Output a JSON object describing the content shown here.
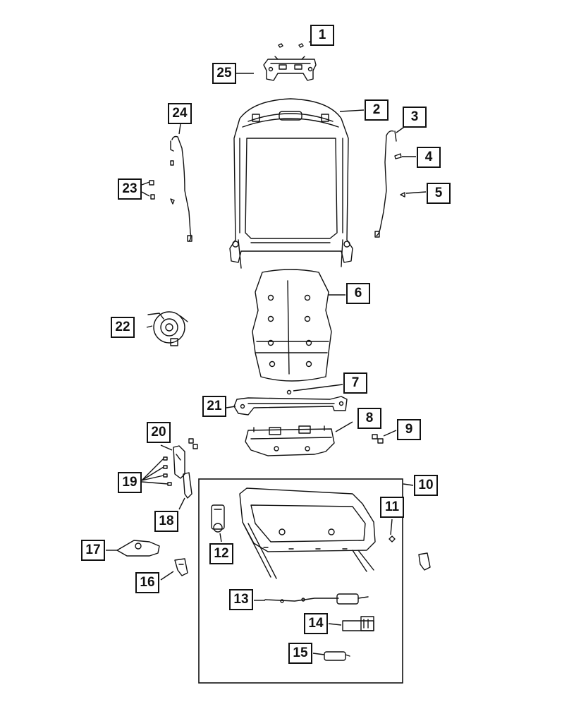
{
  "diagram": {
    "callouts": [
      {
        "id": "c1",
        "label": "1"
      },
      {
        "id": "c2",
        "label": "2"
      },
      {
        "id": "c3",
        "label": "3"
      },
      {
        "id": "c4",
        "label": "4"
      },
      {
        "id": "c5",
        "label": "5"
      },
      {
        "id": "c6",
        "label": "6"
      },
      {
        "id": "c7",
        "label": "7"
      },
      {
        "id": "c8",
        "label": "8"
      },
      {
        "id": "c9",
        "label": "9"
      },
      {
        "id": "c10",
        "label": "10"
      },
      {
        "id": "c11",
        "label": "11"
      },
      {
        "id": "c12",
        "label": "12"
      },
      {
        "id": "c13",
        "label": "13"
      },
      {
        "id": "c14",
        "label": "14"
      },
      {
        "id": "c15",
        "label": "15"
      },
      {
        "id": "c16",
        "label": "16"
      },
      {
        "id": "c17",
        "label": "17"
      },
      {
        "id": "c18",
        "label": "18"
      },
      {
        "id": "c19",
        "label": "19"
      },
      {
        "id": "c20",
        "label": "20"
      },
      {
        "id": "c21",
        "label": "21"
      },
      {
        "id": "c22",
        "label": "22"
      },
      {
        "id": "c23",
        "label": "23"
      },
      {
        "id": "c24",
        "label": "24"
      },
      {
        "id": "c25",
        "label": "25"
      }
    ]
  }
}
